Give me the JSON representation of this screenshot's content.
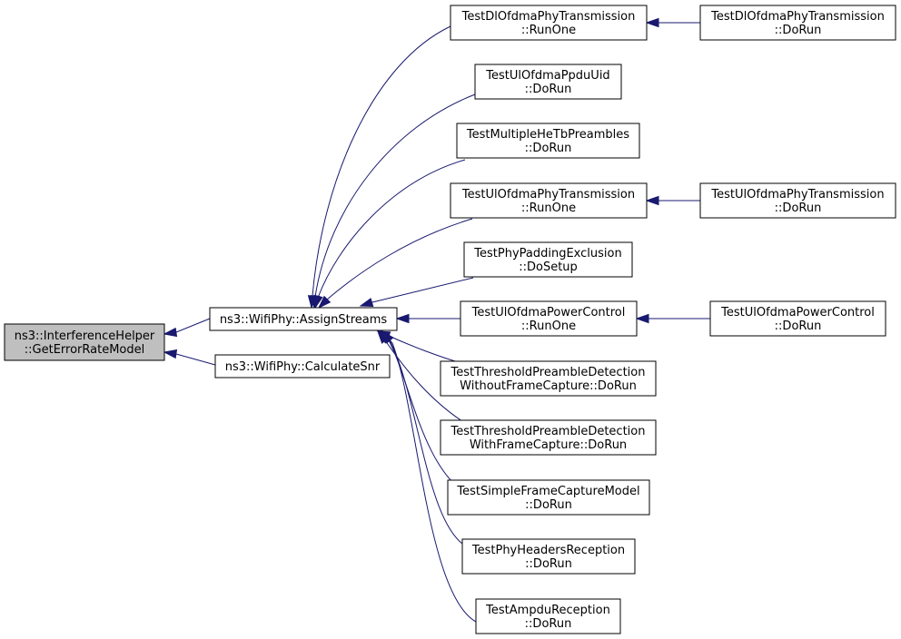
{
  "colors": {
    "edge": "#191970",
    "focus_fill": "#bfbfbf",
    "node_fill": "#ffffff",
    "border": "#000000"
  },
  "nodes": [
    {
      "id": "focus",
      "lines": [
        "ns3::InterferenceHelper",
        "::GetErrorRateModel"
      ],
      "focus": true
    },
    {
      "id": "assign",
      "lines": [
        "ns3::WifiPhy::AssignStreams"
      ]
    },
    {
      "id": "calcsnr",
      "lines": [
        "ns3::WifiPhy::CalculateSnr"
      ]
    },
    {
      "id": "dlrunone",
      "lines": [
        "TestDlOfdmaPhyTransmission",
        "::RunOne"
      ]
    },
    {
      "id": "dldorun",
      "lines": [
        "TestDlOfdmaPhyTransmission",
        "::DoRun"
      ]
    },
    {
      "id": "ppduuid",
      "lines": [
        "TestUlOfdmaPpduUid",
        "::DoRun"
      ]
    },
    {
      "id": "multihe",
      "lines": [
        "TestMultipleHeTbPreambles",
        "::DoRun"
      ]
    },
    {
      "id": "ulrunone",
      "lines": [
        "TestUlOfdmaPhyTransmission",
        "::RunOne"
      ]
    },
    {
      "id": "uldorun",
      "lines": [
        "TestUlOfdmaPhyTransmission",
        "::DoRun"
      ]
    },
    {
      "id": "padding",
      "lines": [
        "TestPhyPaddingExclusion",
        "::DoSetup"
      ]
    },
    {
      "id": "pcrunone",
      "lines": [
        "TestUlOfdmaPowerControl",
        "::RunOne"
      ]
    },
    {
      "id": "pcdorun",
      "lines": [
        "TestUlOfdmaPowerControl",
        "::DoRun"
      ]
    },
    {
      "id": "thrwo",
      "lines": [
        "TestThresholdPreambleDetection",
        "WithoutFrameCapture::DoRun"
      ]
    },
    {
      "id": "thrw",
      "lines": [
        "TestThresholdPreambleDetection",
        "WithFrameCapture::DoRun"
      ]
    },
    {
      "id": "simplefc",
      "lines": [
        "TestSimpleFrameCaptureModel",
        "::DoRun"
      ]
    },
    {
      "id": "headers",
      "lines": [
        "TestPhyHeadersReception",
        "::DoRun"
      ]
    },
    {
      "id": "ampdu",
      "lines": [
        "TestAmpduReception",
        "::DoRun"
      ]
    }
  ],
  "edges": [
    {
      "from": "assign",
      "to": "focus"
    },
    {
      "from": "calcsnr",
      "to": "focus"
    },
    {
      "from": "dlrunone",
      "to": "assign"
    },
    {
      "from": "ppduuid",
      "to": "assign"
    },
    {
      "from": "multihe",
      "to": "assign"
    },
    {
      "from": "ulrunone",
      "to": "assign"
    },
    {
      "from": "padding",
      "to": "assign"
    },
    {
      "from": "pcrunone",
      "to": "assign"
    },
    {
      "from": "thrwo",
      "to": "assign"
    },
    {
      "from": "thrw",
      "to": "assign"
    },
    {
      "from": "simplefc",
      "to": "assign"
    },
    {
      "from": "headers",
      "to": "assign"
    },
    {
      "from": "ampdu",
      "to": "assign"
    },
    {
      "from": "dldorun",
      "to": "dlrunone"
    },
    {
      "from": "uldorun",
      "to": "ulrunone"
    },
    {
      "from": "pcdorun",
      "to": "pcrunone"
    }
  ]
}
